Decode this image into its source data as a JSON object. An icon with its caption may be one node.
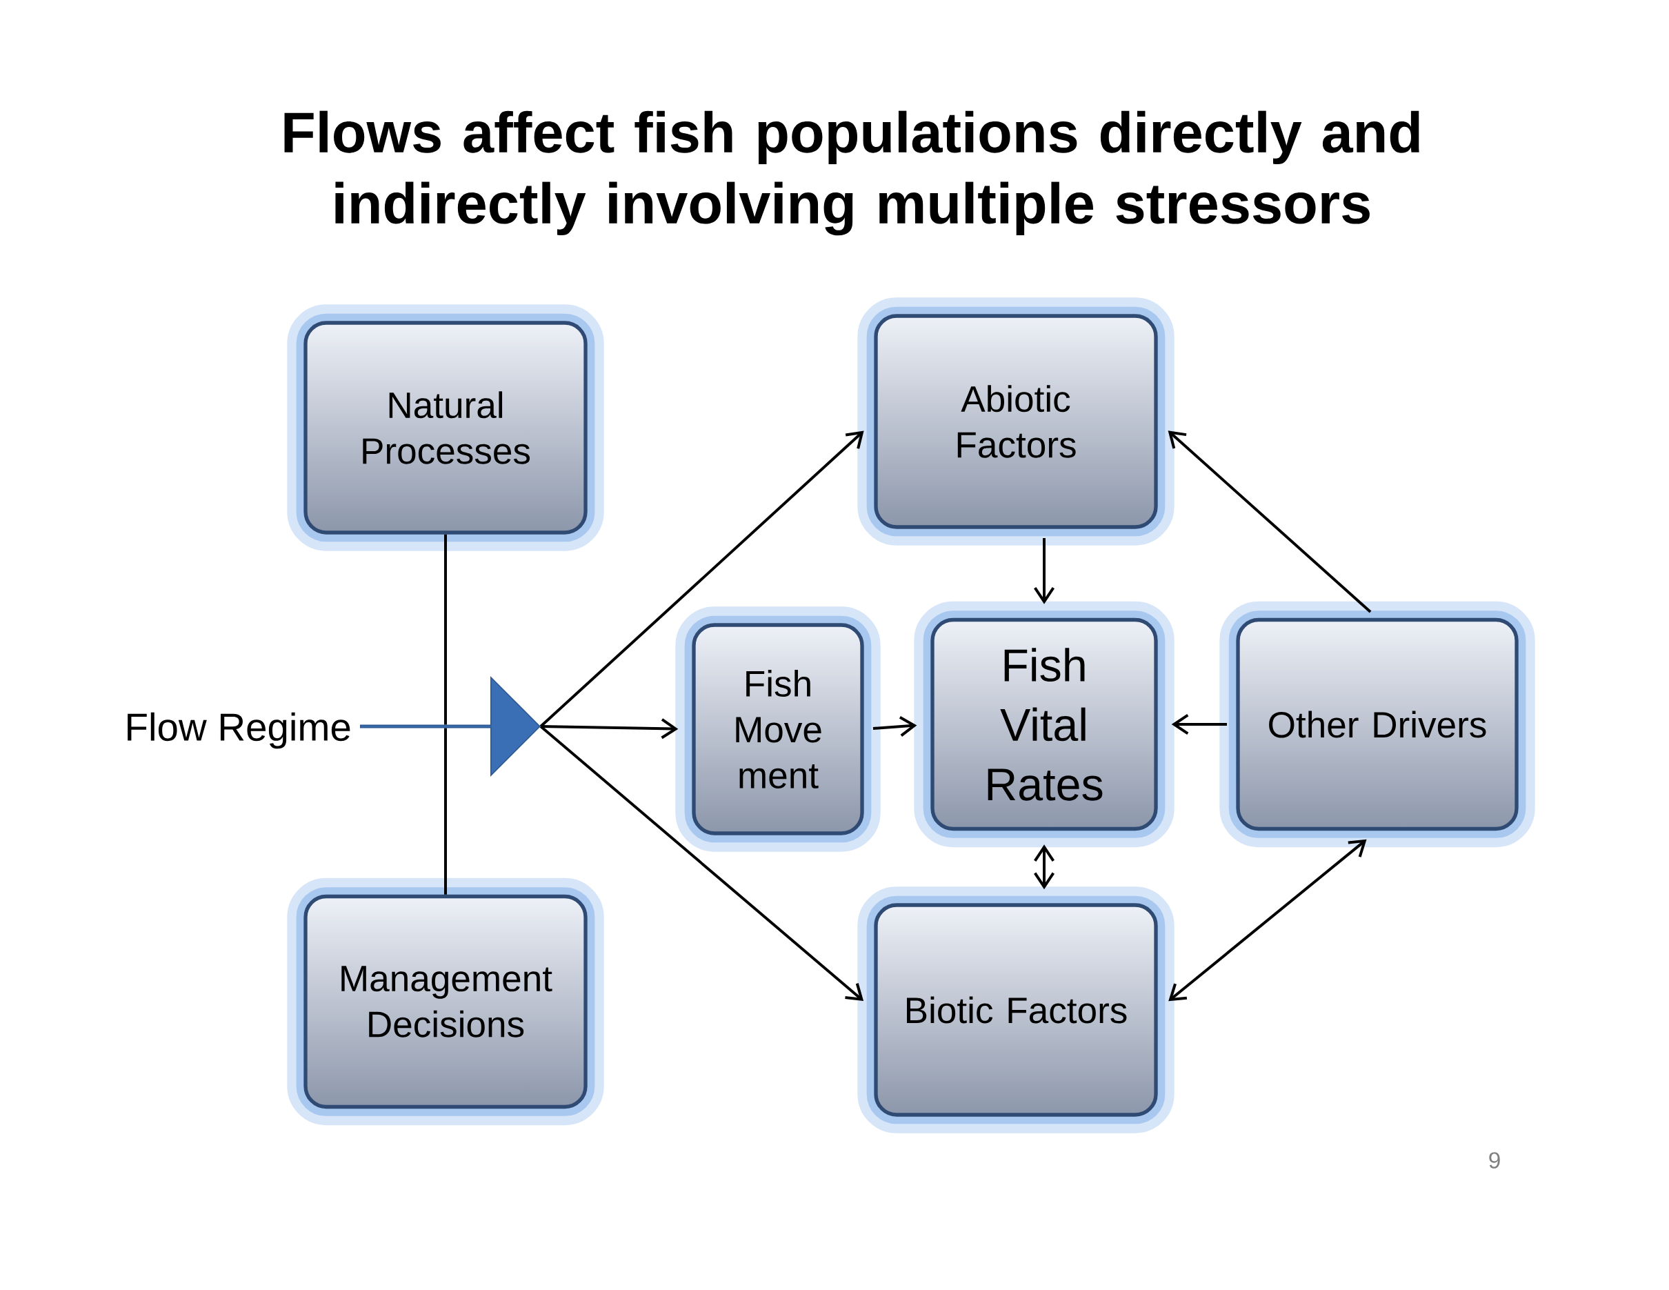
{
  "diagram": {
    "title": "Flows affect fish populations directly and indirectly involving multiple stressors",
    "nodes": [
      {
        "text": [
          "Natural Processes"
        ]
      },
      {
        "text": [
          "Abiotic Factors"
        ]
      },
      {
        "text": [],
        "shape": "arrow",
        "beside": [
          "Flow Regime"
        ]
      },
      {
        "text": [
          "Fish Move ment"
        ]
      },
      {
        "text": [
          "Fish Vital Rates"
        ]
      },
      {
        "text": [
          "Other Drivers"
        ]
      },
      {
        "text": [
          "Management Decisions"
        ]
      },
      {
        "text": [
          "Biotic Factors"
        ]
      }
    ],
    "edges": [
      {
        "from": 0,
        "to": 2,
        "arrow": "none"
      },
      {
        "from": 6,
        "to": 2,
        "arrow": "none"
      },
      {
        "from": 2,
        "to": 1,
        "arrow": "to"
      },
      {
        "from": 2,
        "to": 3,
        "arrow": "to"
      },
      {
        "from": 2,
        "to": 7,
        "arrow": "to"
      },
      {
        "from": 3,
        "to": 4,
        "arrow": "to"
      },
      {
        "from": 1,
        "to": 4,
        "arrow": "to"
      },
      {
        "from": 5,
        "to": 4,
        "arrow": "to"
      },
      {
        "from": 5,
        "to": 1,
        "arrow": "to"
      },
      {
        "from": 4,
        "to": 7,
        "arrow": "both"
      },
      {
        "from": 7,
        "to": 5,
        "arrow": "both"
      }
    ],
    "labels": [
      "9"
    ]
  }
}
